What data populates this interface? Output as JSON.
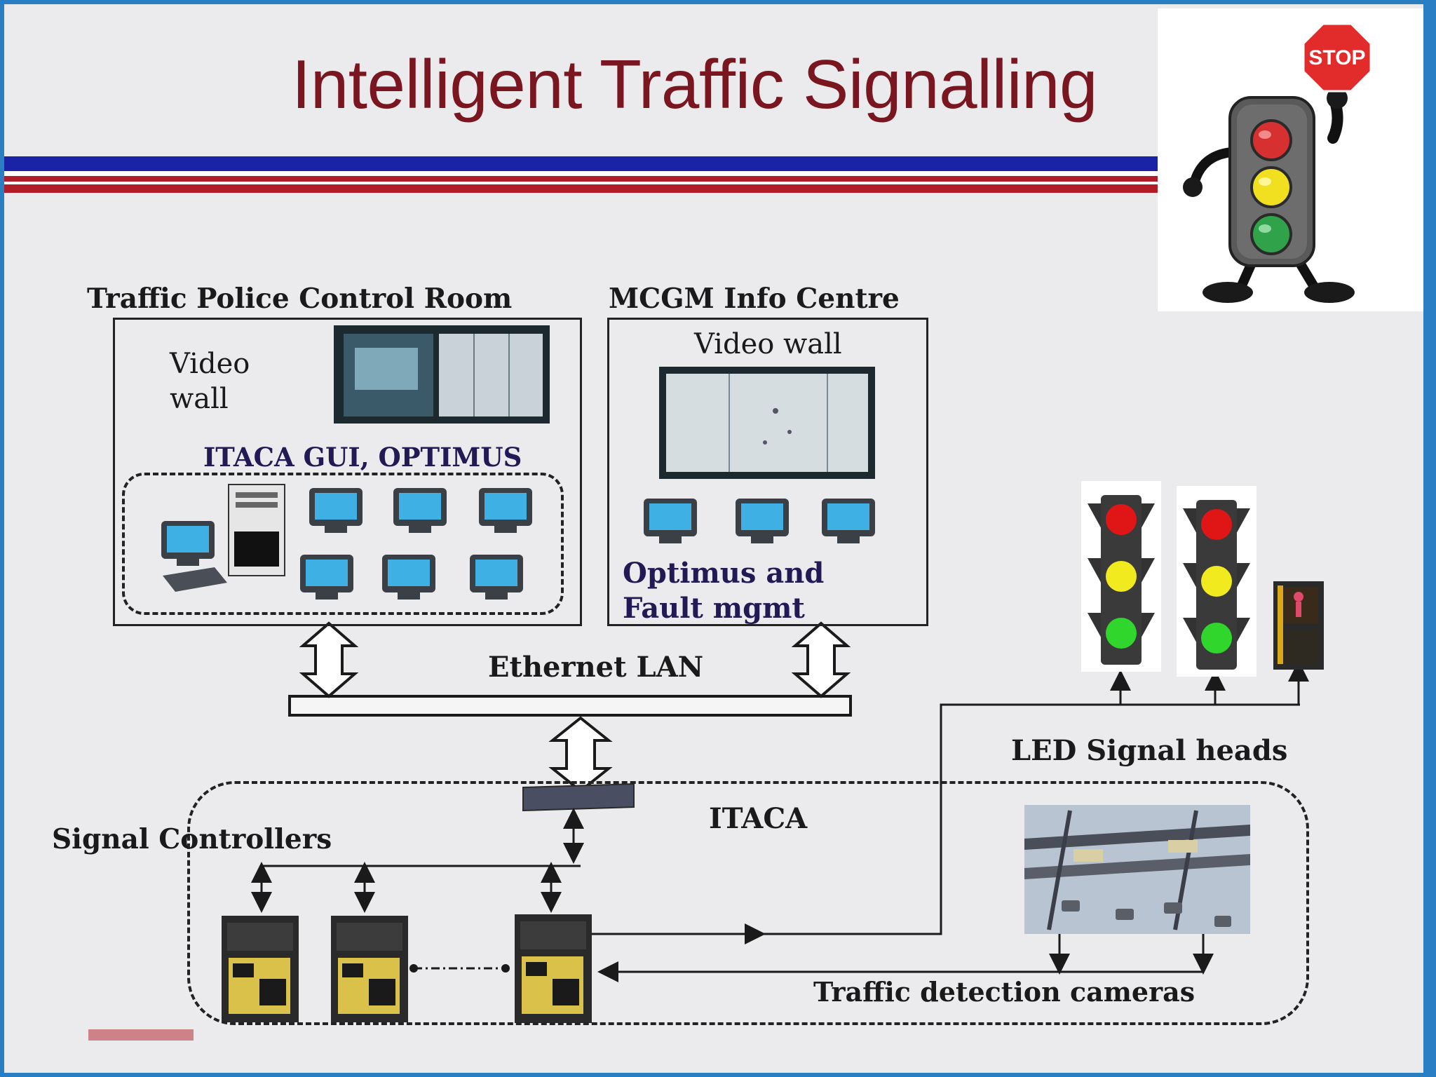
{
  "slide": {
    "title": "Intelligent Traffic Signalling"
  },
  "mascot": {
    "sign_text": "STOP",
    "icon": "traffic-light-mascot-icon"
  },
  "diagram": {
    "traffic_police_room": {
      "heading": "Traffic Police Control Room",
      "video_wall_line1": "Video",
      "video_wall_line2": "wall",
      "software_label": "ITACA GUI, OPTIMUS"
    },
    "mcgm_centre": {
      "heading": "MCGM Info Centre",
      "video_wall_label": "Video wall",
      "caption_line1": "Optimus and",
      "caption_line2": "Fault mgmt"
    },
    "network_label": "Ethernet LAN",
    "signal_heads_label": "LED Signal heads",
    "itaca_label": "ITACA",
    "signal_controllers_label": "Signal Controllers",
    "cameras_label": "Traffic detection cameras"
  },
  "colors": {
    "title": "#7a1620",
    "rule_blue": "#1a23a6",
    "rule_red": "#b01c28",
    "frame": "#2a7fc4"
  }
}
